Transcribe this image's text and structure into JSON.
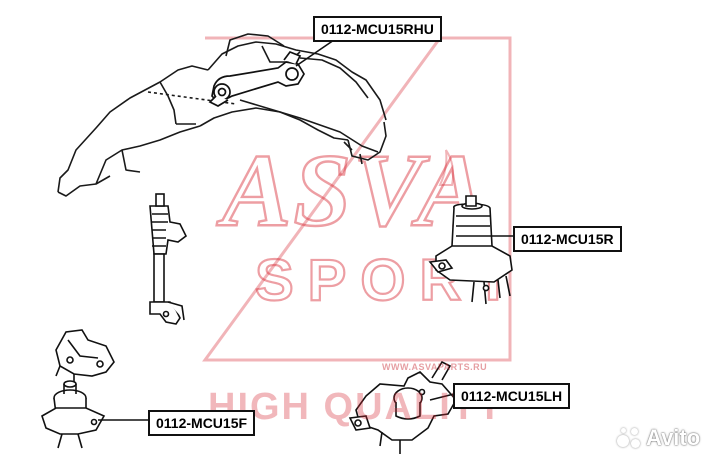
{
  "callouts": {
    "rhu": "0112-MCU15RHU",
    "r": "0112-MCU15R",
    "lh": "0112-MCU15LH",
    "f": "0112-MCU15F"
  },
  "watermark": {
    "brand_top": "ASVA",
    "brand_bottom": "SPORT",
    "url": "WWW.ASVAPARTS.RU",
    "slogan": "HIGH QUALITY",
    "color": "#d72834"
  },
  "avito_logo": {
    "text": "Avito"
  }
}
